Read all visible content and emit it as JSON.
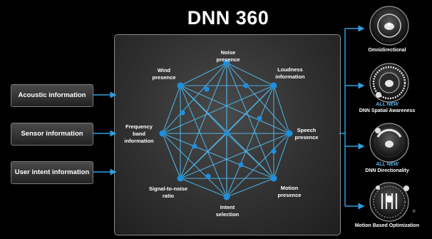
{
  "title": "DNN 360",
  "colors": {
    "accent": "#2d9ee0",
    "edge": "#4fb8ee",
    "node": "#1f8fdc"
  },
  "inputs": [
    {
      "label": "Acoustic information"
    },
    {
      "label": "Sensor information"
    },
    {
      "label": "User intent information"
    }
  ],
  "nodes": [
    {
      "label": "Noise presence"
    },
    {
      "label": "Loudness information"
    },
    {
      "label": "Speech presence"
    },
    {
      "label": "Motion presence"
    },
    {
      "label": "Intent selection"
    },
    {
      "label": "Signal-to-noise ratio"
    },
    {
      "label": "Frequency band information"
    },
    {
      "label": "Wind presence"
    }
  ],
  "outputs": [
    {
      "tag": "",
      "label": "Omnidirectional",
      "icon": "omnidirectional-icon"
    },
    {
      "tag": "ALL NEW",
      "label": "DNN Spatial Awareness",
      "icon": "spatial-awareness-icon"
    },
    {
      "tag": "ALL NEW",
      "label": "DNN Directionality",
      "icon": "directionality-icon"
    },
    {
      "tag": "",
      "label": "Motion Based Optimization",
      "icon": "motion-optimization-icon"
    }
  ]
}
